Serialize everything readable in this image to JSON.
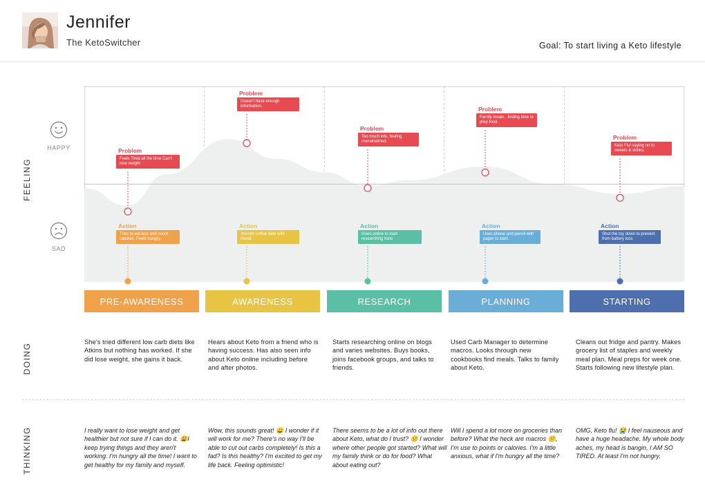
{
  "persona": {
    "name": "Jennifer",
    "subtitle": "The KetoSwitcher",
    "goal": "Goal: To start living a Keto lifestyle"
  },
  "row_labels": {
    "feeling": "FEELING",
    "doing": "DOING",
    "thinking": "THINKING"
  },
  "feeling_scale": {
    "happy": "HAPPY",
    "sad": "SAD"
  },
  "colors": {
    "problem": "#e84a52",
    "curve_fill": "#eeefef",
    "baseline": "#cccccc"
  },
  "stages": [
    {
      "name": "PRE-AWARENESS",
      "color": "#f0a24a",
      "feeling_level": 0.36,
      "problem_title": "Problem",
      "problem_text": "Feels Tired all the time Can't lose weight",
      "action_title": "Action",
      "action_text": "Tries to eat less and count calories. Feels hungry.",
      "doing": "She's tried different low carb diets like Atkins but nothing has worked. If she did lose weight, she gains it back.",
      "thinking": "I really want to lose weight and get healthier but not sure if I can do it. 😩I keep trying things and they aren't working. I'm hungry all the time! I want to get healthy for my family and myself."
    },
    {
      "name": "AWARENESS",
      "color": "#e8c445",
      "feeling_level": 0.71,
      "problem_title": "Problem",
      "problem_text": "Doesn't have enough information.",
      "action_title": "Action",
      "action_text": "Attends coffee date with friend.",
      "doing": "Hears about Keto from a friend who is having success. Has also seen info about Keto online including before and after photos.",
      "thinking": "Wow, this sounds great! 😀 I wonder if it will work for me? There's no way I'll be able to cut out carbs completely! Is this a fad? Is this healthy? I'm excited to get my life back. Feeling optimistic!"
    },
    {
      "name": "RESEARCH",
      "color": "#5bbfa5",
      "feeling_level": 0.48,
      "problem_title": "Problem",
      "problem_text": "Too much info, feeling overwhelmed",
      "action_title": "Action",
      "action_text": "Goes online to start researching Keto",
      "doing": "Starts researching online on blogs and varies websites. Buys books, joins facebook groups, and talks to friends.",
      "thinking": "There seems to be a lot of info out there about Keto, what do I trust? 🙁 I wonder where other people got started? What will my family think or do for food? What about eating out?"
    },
    {
      "name": "PLANNING",
      "color": "#6aaed8",
      "feeling_level": 0.56,
      "problem_title": "Problem",
      "problem_text": "Family meals , finding time to prep food.",
      "action_title": "Action",
      "action_text": "Uses phone and pencil with paper to start.",
      "doing": "Used Carb Manager to determine macros. Looks through new cookbooks find meals. Talks to family about Keto.",
      "thinking": "Will I spend a lot more on groceries than before? What the heck are macros 😕, I'm use to points or calories. I'm a little anxious, what if I'm hungry all the time?"
    },
    {
      "name": "STARTING",
      "color": "#4e6fae",
      "feeling_level": 0.43,
      "problem_title": "Problem",
      "problem_text": "Keto Flu! saying no to sweets & drinks.",
      "action_title": "Action",
      "action_text": "Shut the toy down to prevent from battery loss",
      "doing": "Cleans out fridge and pantry. Makes grocery list of staples and weekly meal plan. Meal preps for week one. Starts following new lifestyle plan.",
      "thinking": "OMG, Keto flu! 😭 I feel nauseous and have a huge headache. My whole body aches, my head is bangin, I AM SO TIRED. At least I'm not hungry."
    }
  ]
}
